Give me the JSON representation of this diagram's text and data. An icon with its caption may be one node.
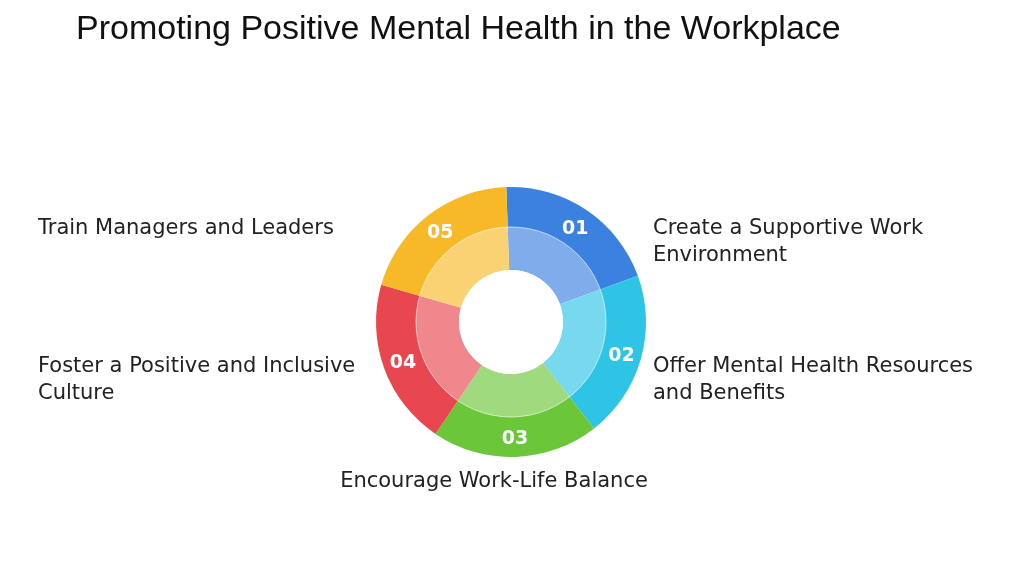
{
  "diagram": {
    "title": "Promoting Positive Mental Health in the Workplace",
    "nodes": [
      {
        "text": [
          "01"
        ],
        "beside": [
          "Create a Supportive Work Environment"
        ]
      },
      {
        "text": [
          "02"
        ],
        "beside": [
          "Offer Mental Health Resources and Benefits"
        ]
      },
      {
        "text": [
          "03"
        ],
        "beside": [
          "Encourage Work-Life Balance"
        ]
      },
      {
        "text": [
          "04"
        ],
        "beside": [
          "Foster a Positive and Inclusive Culture"
        ]
      },
      {
        "text": [
          "05"
        ],
        "beside": [
          "Train Managers and Leaders"
        ]
      }
    ],
    "edges": []
  }
}
